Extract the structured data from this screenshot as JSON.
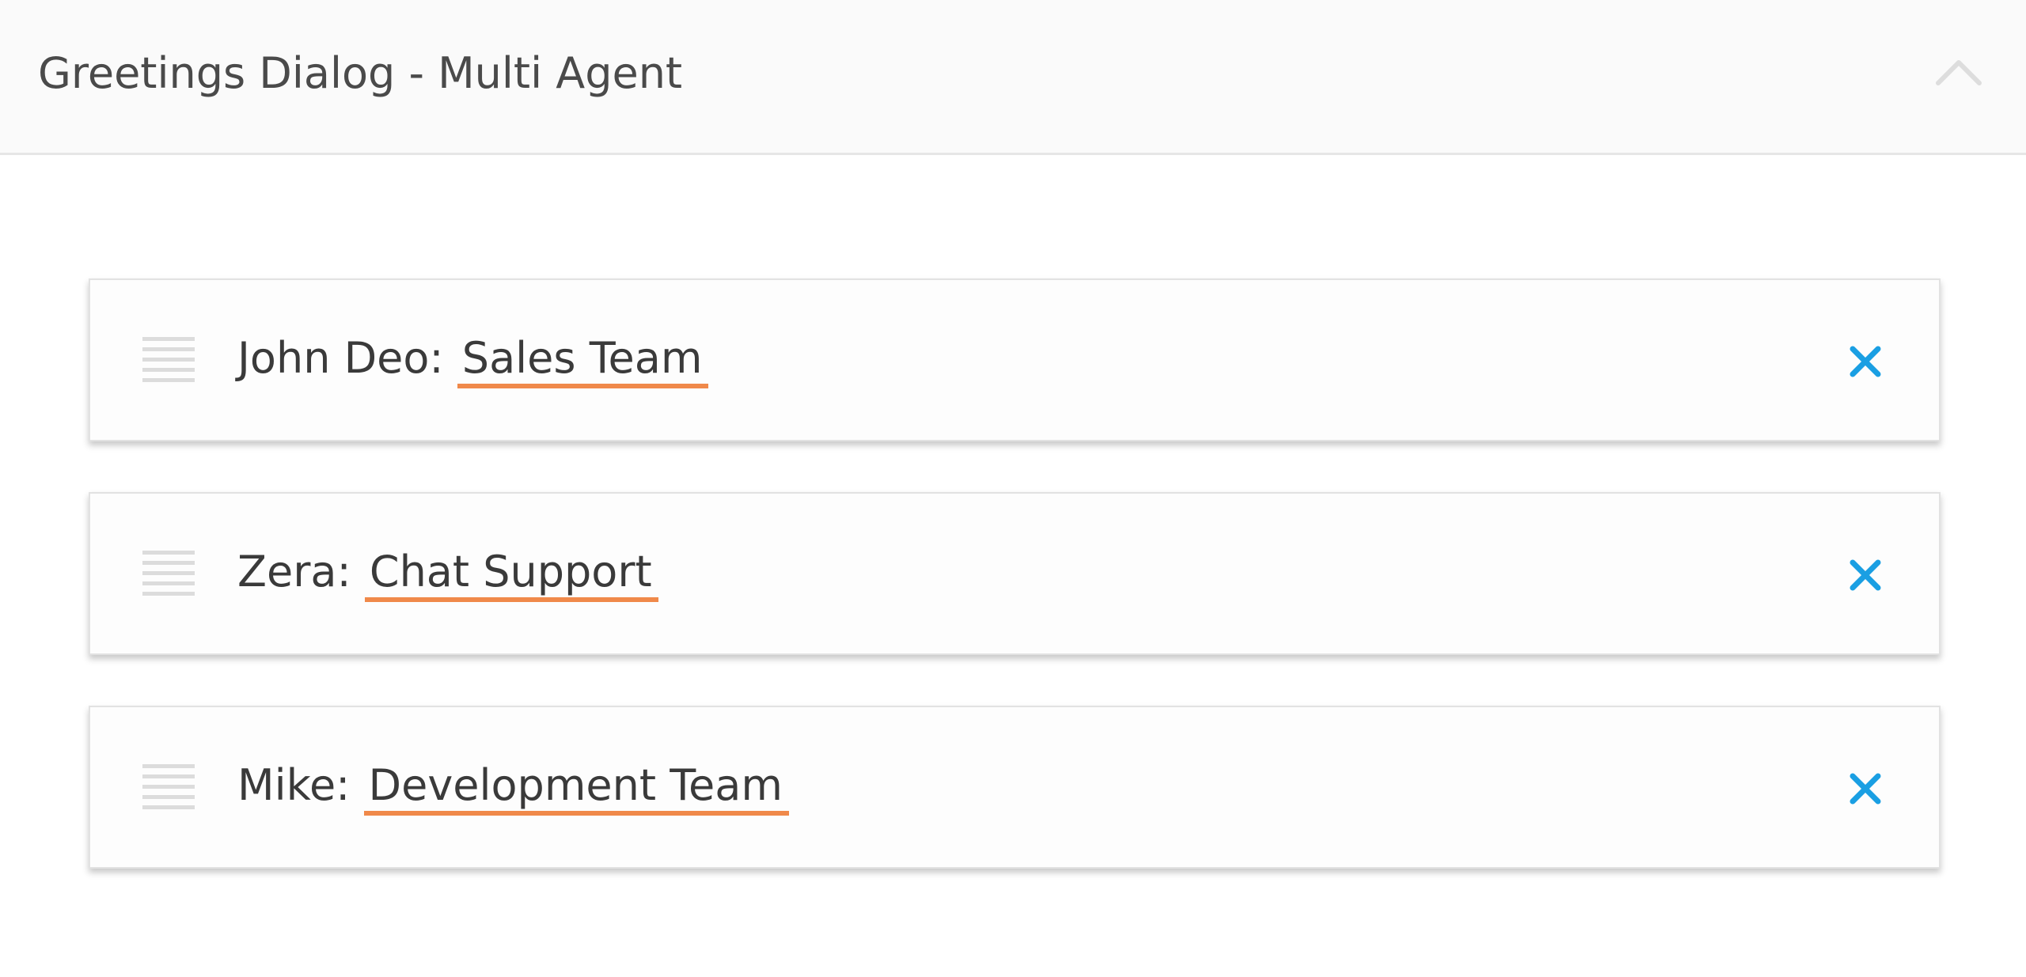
{
  "panel": {
    "title": "Greetings Dialog - Multi Agent",
    "collapse_icon": "chevron-up-icon"
  },
  "agents": [
    {
      "name": "John Deo:",
      "team": "Sales Team"
    },
    {
      "name": "Zera:",
      "team": "Chat Support"
    },
    {
      "name": "Mike:",
      "team": "Development Team"
    }
  ],
  "icons": {
    "drag": "drag-handle-icon",
    "remove": "close-icon"
  },
  "colors": {
    "team_underline": "#f0894a",
    "remove_icon": "#1a9fe3",
    "header_background": "#fafafa"
  }
}
